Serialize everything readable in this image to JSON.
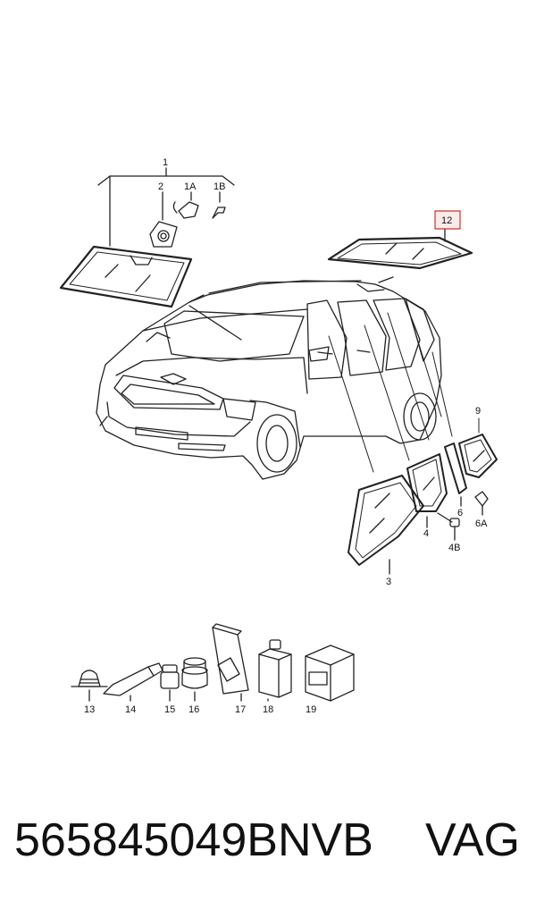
{
  "callouts": {
    "c1": "1",
    "c2": "2",
    "c1A": "1A",
    "c1B": "1B",
    "c12": "12",
    "c9": "9",
    "c6": "6",
    "c6A": "6A",
    "c4": "4",
    "c4B": "4B",
    "c3": "3",
    "c13": "13",
    "c14": "14",
    "c15": "15",
    "c16": "16",
    "c17": "17",
    "c18": "18",
    "c19": "19"
  },
  "highlight_color": "#c0392b",
  "footer": {
    "part_number": "565845049BNVB",
    "brand": "VAG"
  }
}
